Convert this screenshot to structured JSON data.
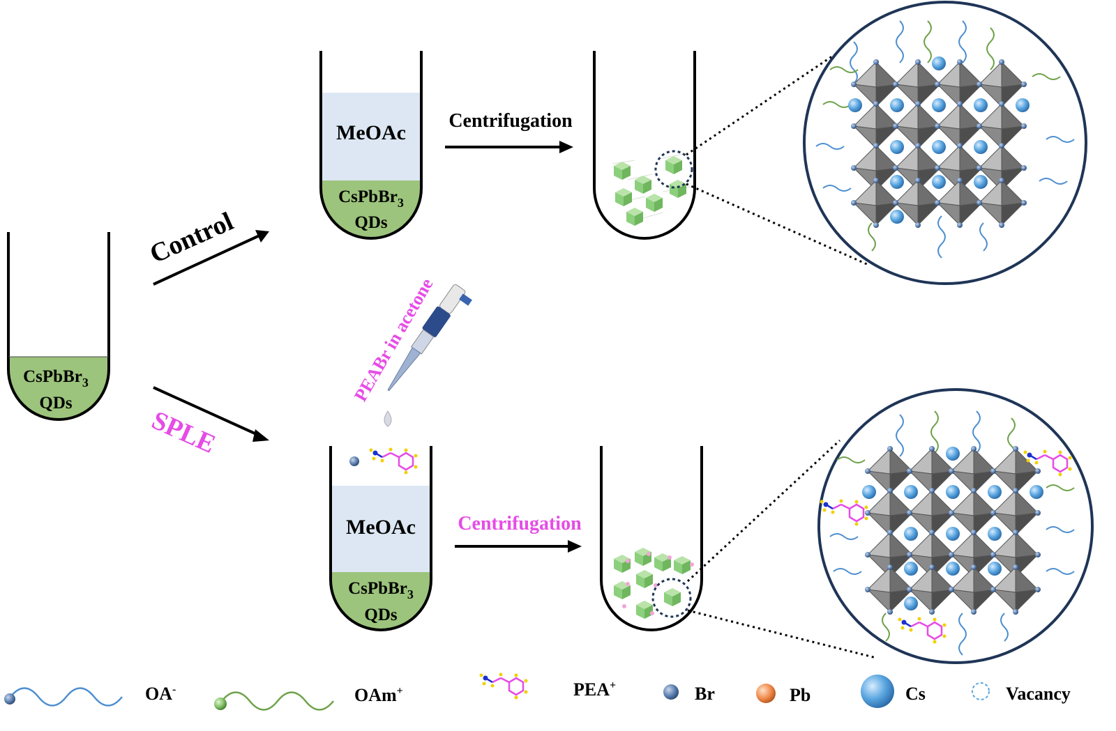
{
  "labels": {
    "control": "Control",
    "sple": "SPLE",
    "centrifugation_top": "Centrifugation",
    "centrifugation_bottom": "Centrifugation",
    "meoac_top": "MeOAc",
    "meoac_bottom": "MeOAc",
    "qd_base": "CsPbBr",
    "qd_sub": "3",
    "qd_line2": "QDs",
    "pipette_text": "PEABr in acetone"
  },
  "legend": [
    {
      "id": "oa",
      "label": "OA",
      "sup": "-"
    },
    {
      "id": "oam",
      "label": "OAm",
      "sup": "+"
    },
    {
      "id": "pea",
      "label": "PEA",
      "sup": "+"
    },
    {
      "id": "br",
      "label": "Br",
      "sup": ""
    },
    {
      "id": "pb",
      "label": "Pb",
      "sup": ""
    },
    {
      "id": "cs",
      "label": "Cs",
      "sup": ""
    },
    {
      "id": "vacancy",
      "label": "Vacancy",
      "sup": ""
    }
  ],
  "colors": {
    "liquid_meoac": "#dce7f3",
    "liquid_qd": "#9cc47c",
    "highlight_pink": "#e64ce6",
    "octahedron": "#7c7c7c",
    "br_atom": "#5a7fb0",
    "cs_atom": "#5aa6e0",
    "pb_atom": "#f08a4b",
    "oa_chain": "#4e8fd0",
    "oam_chain": "#6ea24a",
    "qd_cube": "#8ccf7c"
  },
  "icons": [
    "pipette-icon",
    "droplet-icon",
    "pea-molecule-icon"
  ]
}
